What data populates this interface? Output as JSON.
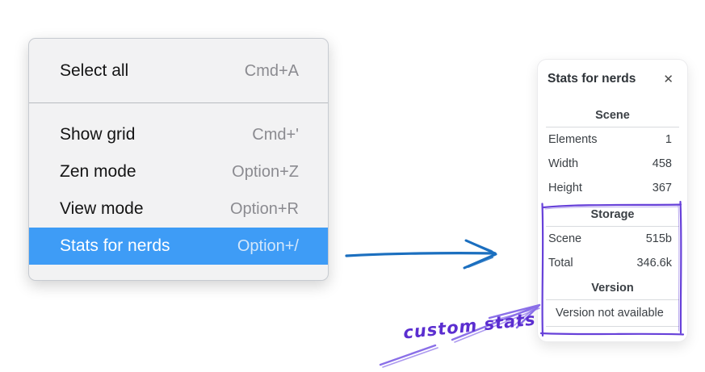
{
  "menu": {
    "items": [
      {
        "label": "Select all",
        "shortcut": "Cmd+A",
        "selected": false
      },
      {
        "label": "Show grid",
        "shortcut": "Cmd+'",
        "selected": false
      },
      {
        "label": "Zen mode",
        "shortcut": "Option+Z",
        "selected": false
      },
      {
        "label": "View mode",
        "shortcut": "Option+R",
        "selected": false
      },
      {
        "label": "Stats for nerds",
        "shortcut": "Option+/",
        "selected": true
      }
    ]
  },
  "stats_panel": {
    "title": "Stats for nerds",
    "close_glyph": "✕",
    "sections": [
      {
        "heading": "Scene",
        "rows": [
          {
            "label": "Elements",
            "value": "1"
          },
          {
            "label": "Width",
            "value": "458"
          },
          {
            "label": "Height",
            "value": "367"
          }
        ]
      },
      {
        "heading": "Storage",
        "rows": [
          {
            "label": "Scene",
            "value": "515b"
          },
          {
            "label": "Total",
            "value": "346.6k"
          }
        ]
      },
      {
        "heading": "Version",
        "note": "Version not available"
      }
    ]
  },
  "annotation": {
    "label": "custom stats"
  },
  "colors": {
    "menu-bg": "#f2f2f3",
    "menu-border": "#c7cbd1",
    "menu-divider": "#b9bcc0",
    "menu-text": "#141414",
    "menu-shortcut": "#8b8b90",
    "highlight-bg": "#3e9cf6",
    "highlight-text": "#ffffff",
    "highlight-shortcut": "#d3e7fb",
    "panel-text": "#3b4045",
    "panel-rule": "#d8dbde",
    "arrow-blue": "#1b6fbf",
    "violet": "#6741d9",
    "violet-light": "#8a6fe8"
  }
}
